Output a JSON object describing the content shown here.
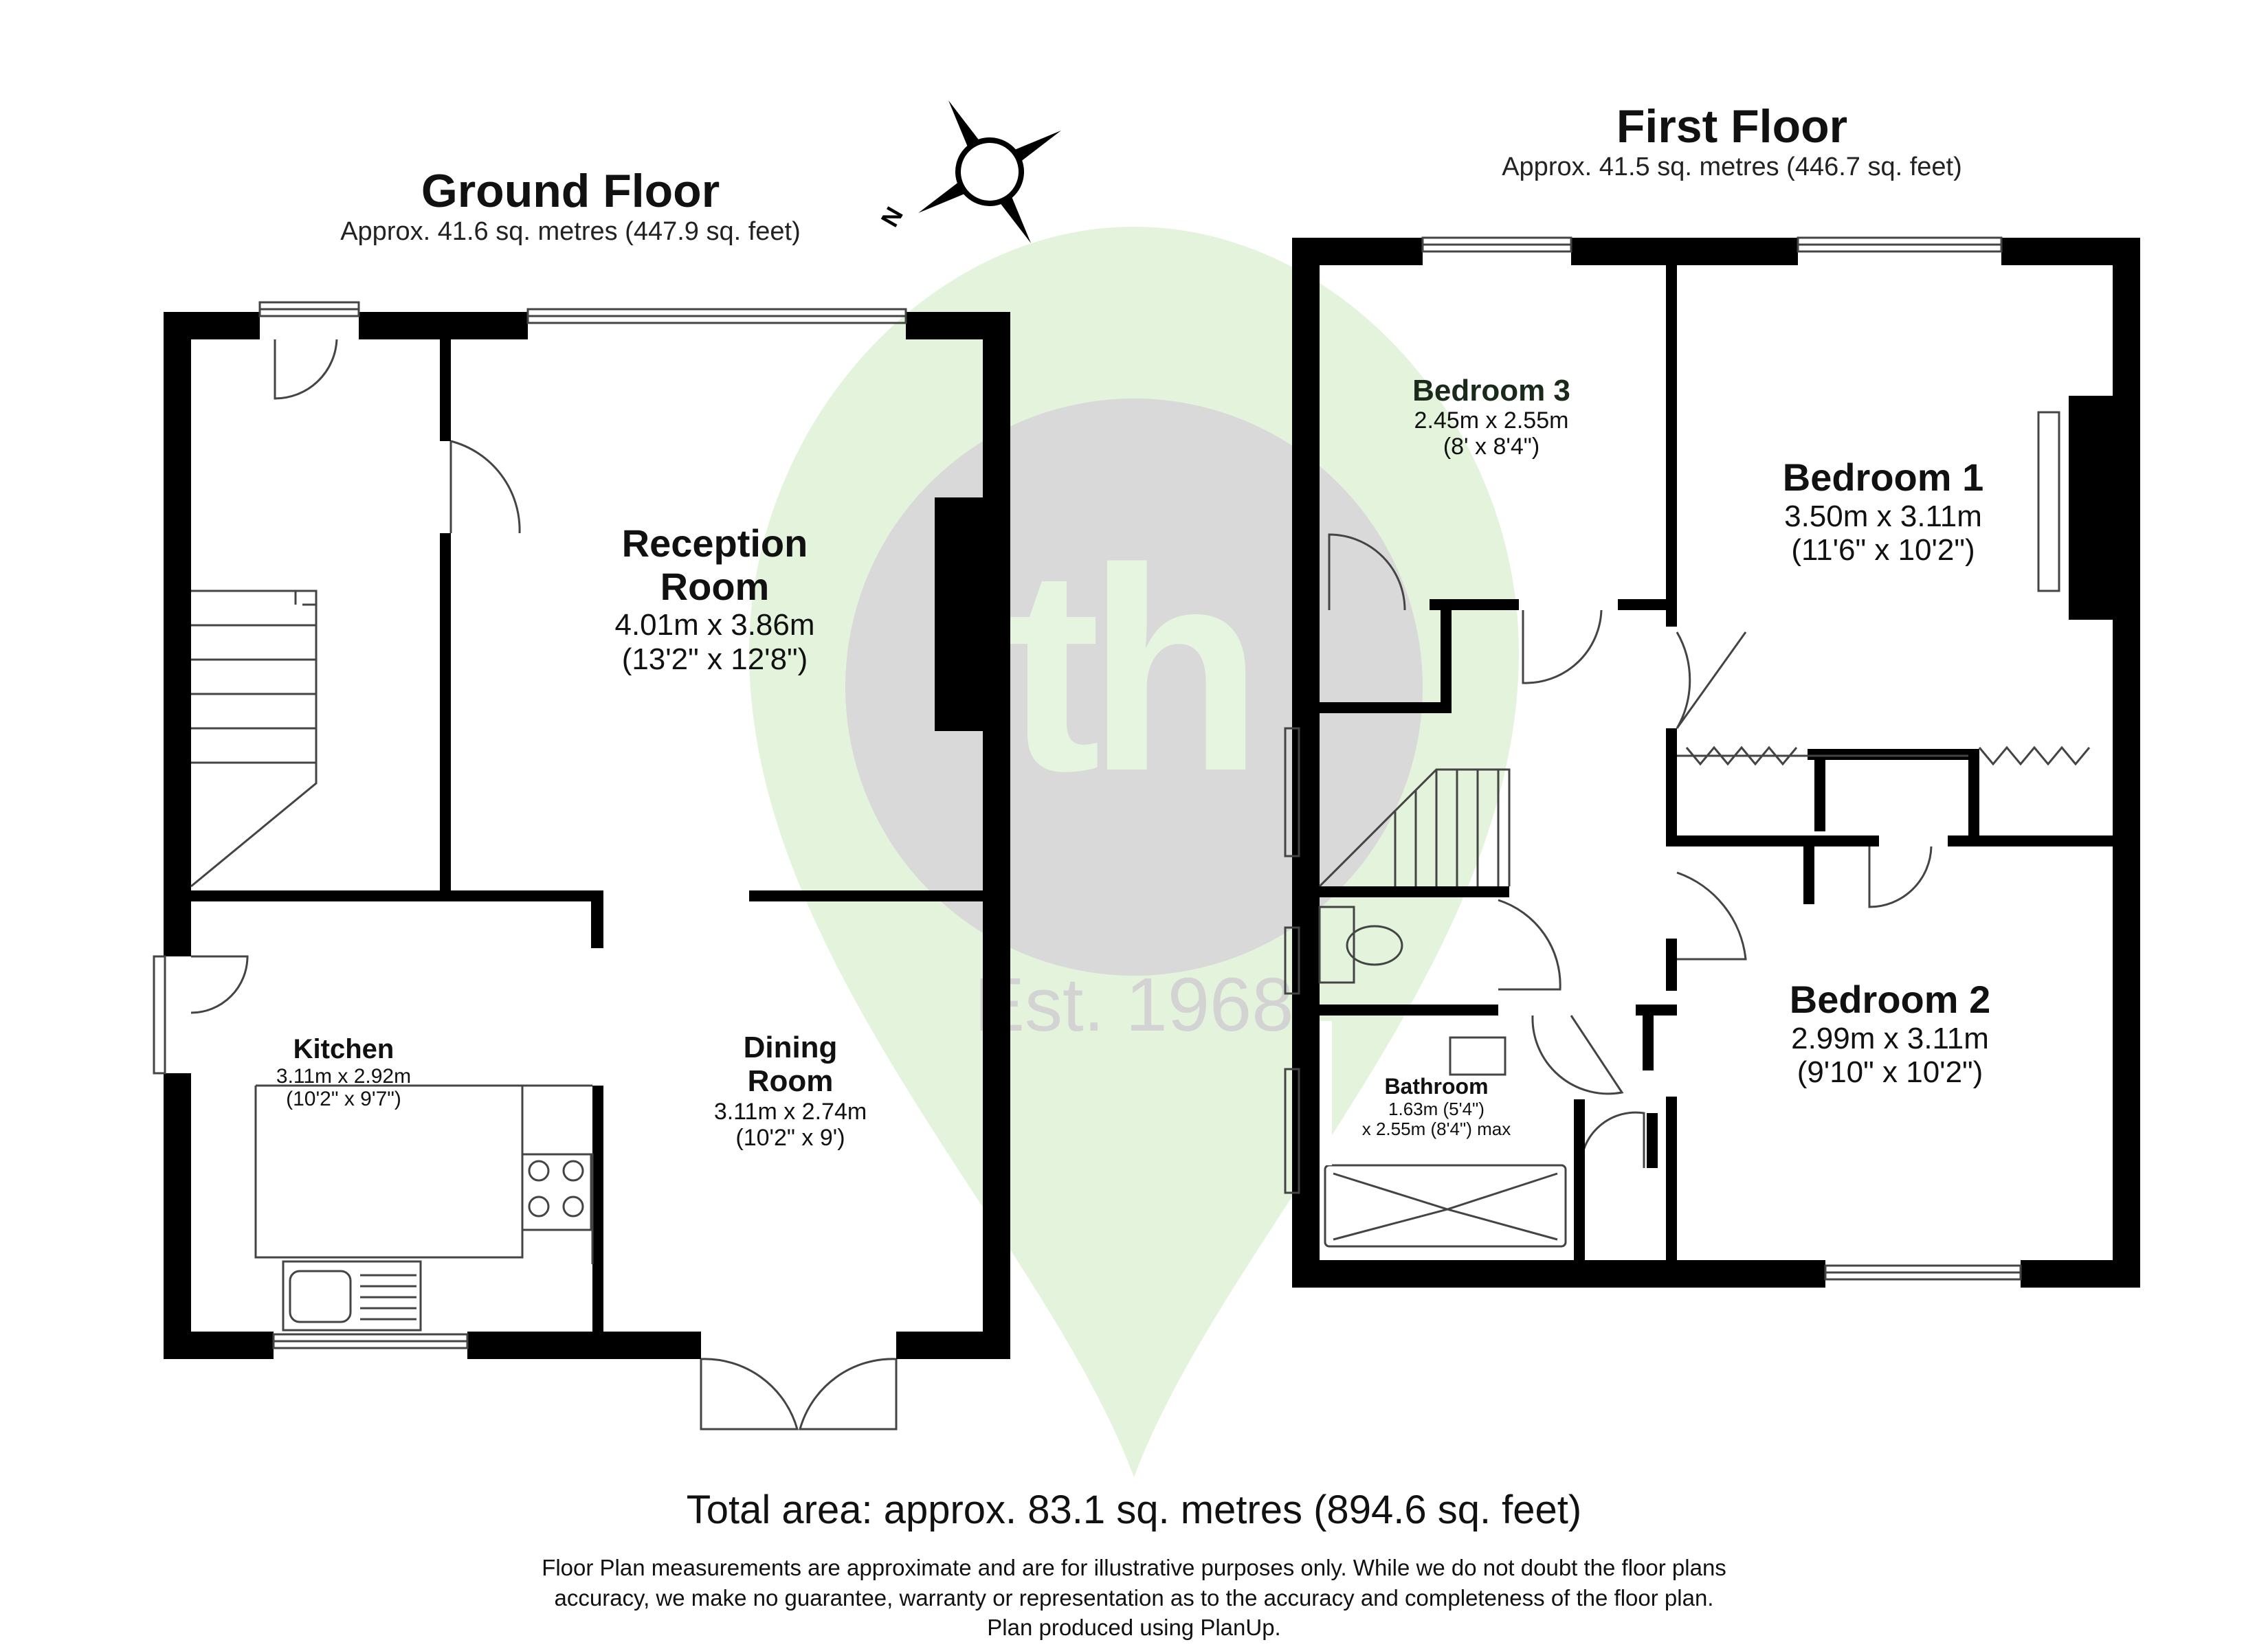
{
  "watermark": {
    "text_logo": "th",
    "text_est": "Est. 1968",
    "pin_color": "#e4f3dc",
    "circle_color": "#d9d9d9"
  },
  "compass": {
    "north_label": "N"
  },
  "ground_floor": {
    "title": "Ground Floor",
    "area": "Approx. 41.6 sq. metres (447.9 sq. feet)",
    "rooms": [
      {
        "name_line1": "Reception",
        "name_line2": "Room",
        "dim_m": "4.01m x 3.86m",
        "dim_ft": "(13'2\" x 12'8\")"
      },
      {
        "name_line1": "Kitchen",
        "name_line2": "",
        "dim_m": "3.11m x 2.92m",
        "dim_ft": "(10'2\" x 9'7\")"
      },
      {
        "name_line1": "Dining",
        "name_line2": "Room",
        "dim_m": "3.11m x 2.74m",
        "dim_ft": "(10'2\" x 9')"
      }
    ]
  },
  "first_floor": {
    "title": "First Floor",
    "area": "Approx. 41.5 sq. metres (446.7 sq. feet)",
    "rooms": [
      {
        "name_line1": "Bedroom 3",
        "dim_m": "2.45m x 2.55m",
        "dim_ft": "(8' x 8'4\")"
      },
      {
        "name_line1": "Bedroom 1",
        "dim_m": "3.50m x 3.11m",
        "dim_ft": "(11'6\" x 10'2\")"
      },
      {
        "name_line1": "Bedroom 2",
        "dim_m": "2.99m x 3.11m",
        "dim_ft": "(9'10\" x 10'2\")"
      },
      {
        "name_line1": "Bathroom",
        "dim_m": "1.63m (5'4\")",
        "dim_ft": "x 2.55m (8'4\") max"
      }
    ]
  },
  "total_area": "Total area: approx. 83.1 sq. metres (894.6 sq. feet)",
  "disclaimer": {
    "line1": "Floor Plan measurements are approximate and are for illustrative purposes only. While we do not doubt the floor plans",
    "line2": "accuracy, we make no guarantee, warranty or representation as to the accuracy and completeness of the floor plan.",
    "line3": "Plan produced using PlanUp."
  },
  "colors": {
    "wall": "#000000",
    "fixture_stroke": "#444444"
  }
}
